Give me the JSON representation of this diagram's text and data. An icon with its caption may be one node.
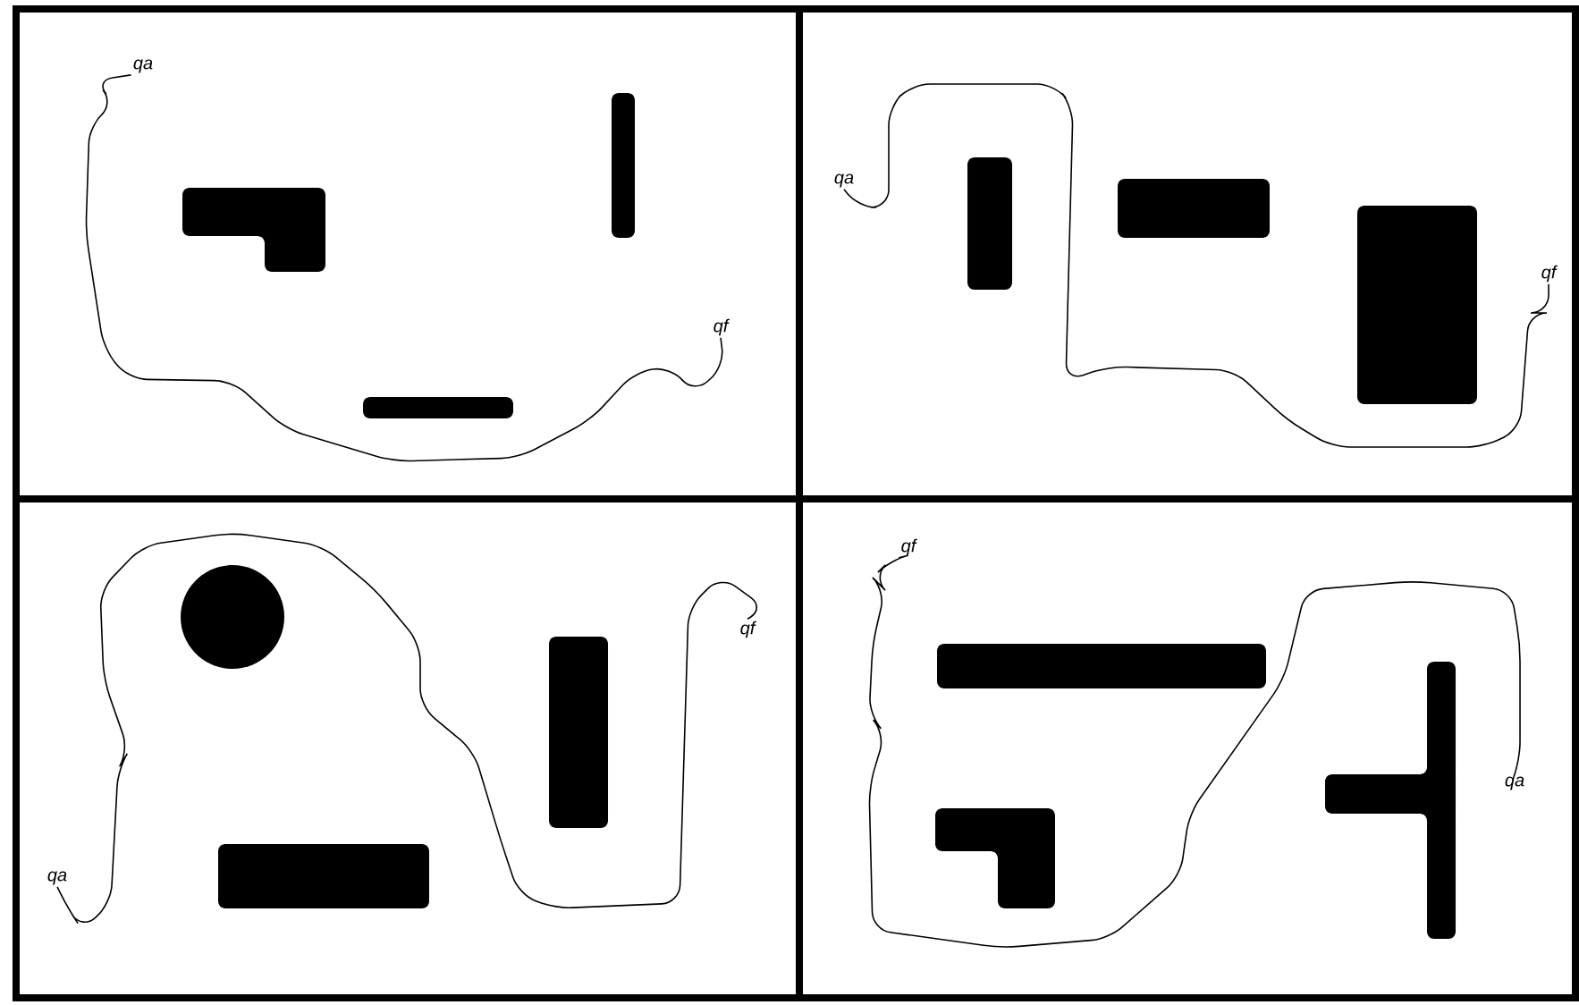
{
  "diagram": {
    "nodes": [
      {
        "text": [
          "qa"
        ]
      },
      {
        "text": [
          "qf"
        ]
      },
      {
        "text": [
          "qa"
        ]
      },
      {
        "text": [
          "qf"
        ]
      },
      {
        "text": [
          "qf"
        ]
      },
      {
        "text": [
          "qa"
        ]
      },
      {
        "text": [
          "qf"
        ]
      },
      {
        "text": [
          "qa"
        ]
      }
    ],
    "edges": [
      {
        "from": 0,
        "to": 1,
        "arrow": "none"
      },
      {
        "from": 2,
        "to": 3,
        "arrow": "none"
      },
      {
        "from": 5,
        "to": 4,
        "arrow": "none"
      },
      {
        "from": 7,
        "to": 6,
        "arrow": "none"
      }
    ]
  }
}
